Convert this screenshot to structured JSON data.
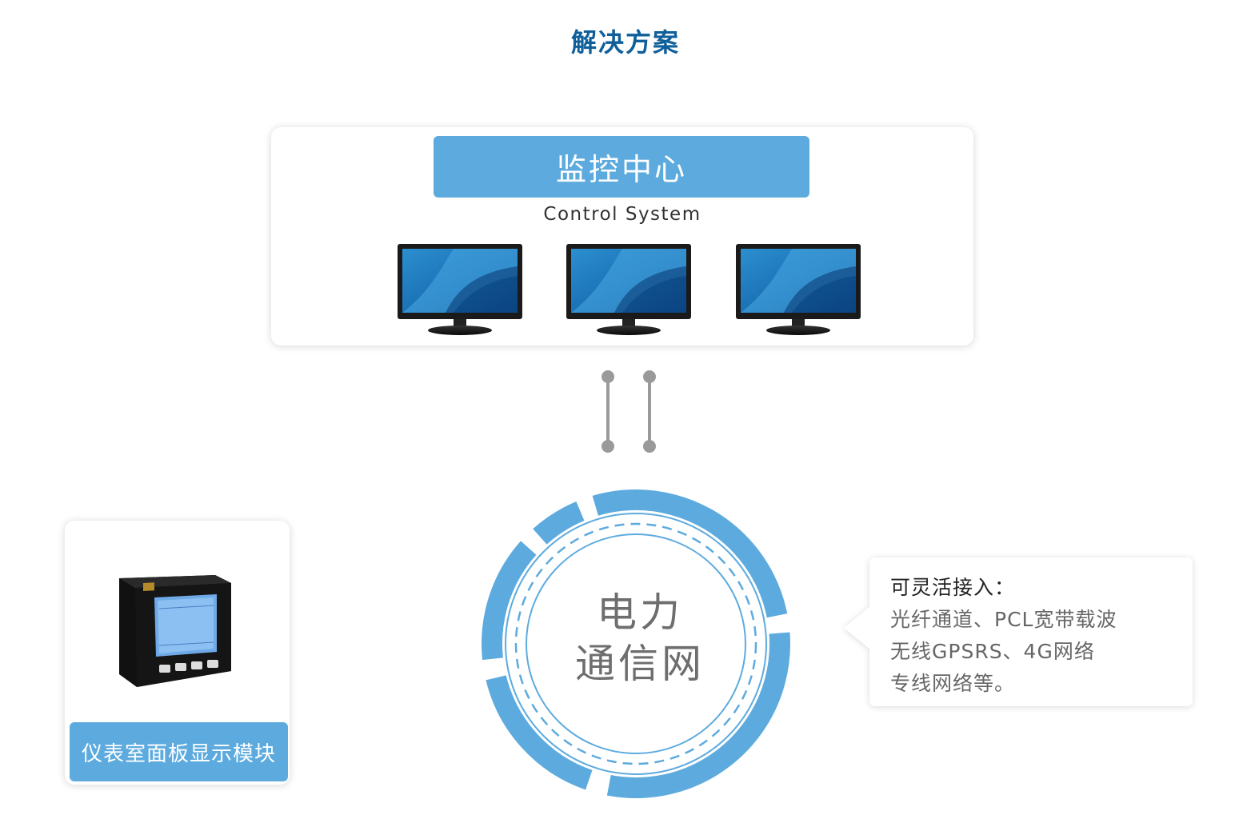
{
  "title": "解决方案",
  "control_center": {
    "title": "监控中心",
    "subtitle": "Control System",
    "monitors": [
      {
        "name": "monitor-1"
      },
      {
        "name": "monitor-2"
      },
      {
        "name": "monitor-3"
      }
    ]
  },
  "network": {
    "line1": "电力",
    "line2": "通信网"
  },
  "device": {
    "label": "仪表室面板显示模块"
  },
  "access": {
    "heading": "可灵活接入：",
    "lines": [
      "光纤通道、PCL宽带载波",
      "无线GPSRS、4G网络",
      "专线网络等。"
    ]
  },
  "colors": {
    "accent": "#5dabde",
    "title": "#0f5f9a",
    "ring": "#5dabde",
    "connector": "#9a9a9a"
  }
}
